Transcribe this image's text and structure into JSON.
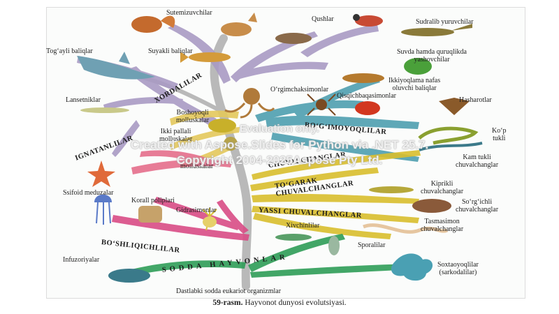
{
  "figure": {
    "caption_number": "59-rasm.",
    "caption_text": " Hayvonot dunyosi evolutsiyasi.",
    "root_label": "Dastlabki sodda eukariot organizmlar"
  },
  "groups": {
    "xordalilar": "XORDALILAR",
    "bogimoyoqlilar": "BO‘G‘IMOYOQLILAR",
    "ignatanlilar": "IGNATANLILAR",
    "togarak": "TO‘GARAK CHUVALCHANGLAR",
    "yassi": "YASSI CHUVALCHANGLAR",
    "halqali": "CHUVALCHANGLAR",
    "boshliqichlilar": "BO‘SHLIQICHLILAR",
    "sodda": "SODDA HAYVONLAR"
  },
  "labels": {
    "sutemizuvchilar": "Sutemizuvchilar",
    "qushlar": "Qushlar",
    "sudralib": "Sudralib yuruvchilar",
    "togayli": "Tog‘ayli baliqlar",
    "suyakli": "Suyakli baliqlar",
    "suvda_1": "Suvda hamda quruqlikda",
    "suvda_2": "yashovchilar",
    "ikkiyoqlama_1": "Ikkiyoqlama nafas",
    "ikkiyoqlama_2": "oluvchi baliqlar",
    "lansetniklar": "Lansetniklar",
    "orgimchak": "O‘rgimchaksimonlar",
    "qisqichbaqa": "Qisqichbaqasimonlar",
    "hasharotlar": "Hasharotlar",
    "boshoyoqli_1": "Boshoyoqli",
    "boshoyoqli_2": "molluskalar",
    "ikki_pallali_1": "Ikki pallali",
    "ikki_pallali_2": "molluskalar",
    "qorinoyoqli": "molluskalar",
    "kop_tukli_1": "Ko‘p",
    "kop_tukli_2": "tukli",
    "kam_tukli_1": "Kam tukli",
    "kam_tukli_2": "chuvalchanglar",
    "kiprikli_1": "Kiprikli",
    "kiprikli_2": "chuvalchanglar",
    "sorgichli_1": "So‘rg‘ichli",
    "sorgichli_2": "chuvalchanglar",
    "tasmasimon_1": "Tasmasimon",
    "tasmasimon_2": "chuvalchanglar",
    "ssifoid": "Ssifoid meduzalar",
    "korall": "Korall poliplari",
    "gidrasimonlar": "Gidrasimonlar",
    "xivchinlilar": "Xivchinlilar",
    "sporalilar": "Sporalilar",
    "infuzoriyalar": "Infuzoriyalar",
    "soxtaoyoq_1": "Soxtaoyoqlilar",
    "soxtaoyoq_2": "(sarkodalilar)"
  },
  "watermark": {
    "line1": "Evaluation only.",
    "line2": "Created with Aspose.Slides for Python via .NET 25.7.",
    "line3": "Copyright 2004-2025Aspose Pty Ltd."
  },
  "colors": {
    "trunk": "#b9b9b9",
    "chordates": "#a99bc4",
    "arthropods": "#4f9fb0",
    "molluscs": "#e4c95c",
    "echinoderms": "#e56f8c",
    "worms": "#d9bf2d",
    "cnidarians": "#d94c86",
    "protozoa": "#2f9d58"
  }
}
